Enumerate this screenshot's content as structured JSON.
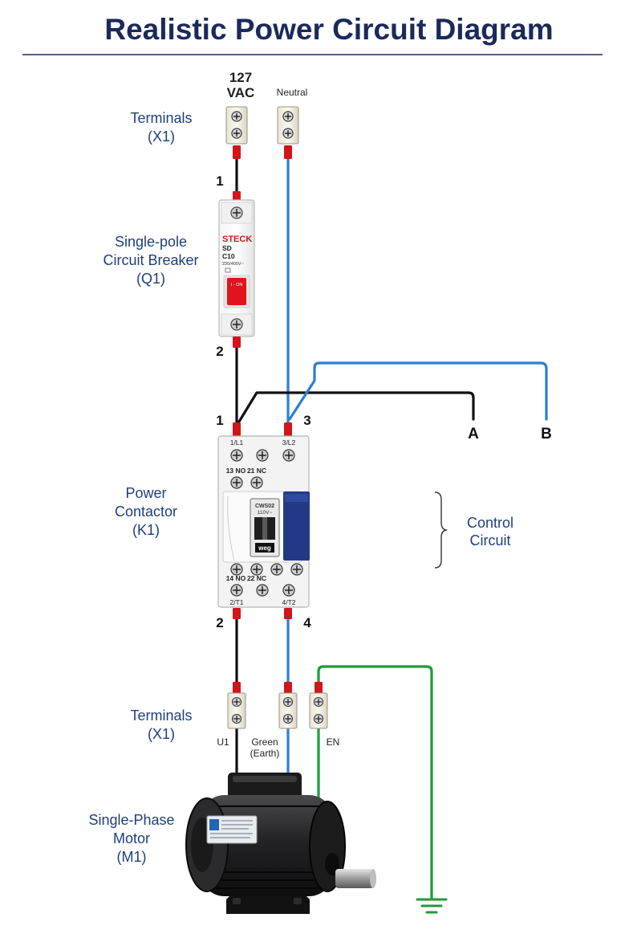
{
  "title": "Realistic Power Circuit Diagram",
  "supply": {
    "line": [
      "127",
      "VAC"
    ],
    "neutral": "Neutral"
  },
  "terminals_top": {
    "label": [
      "Terminals",
      "(X1)"
    ]
  },
  "breaker": {
    "label": [
      "Single-pole",
      "Circuit Breaker",
      "(Q1)"
    ],
    "brand": "STECK",
    "series": "SD",
    "rating": "C10",
    "voltage": "230/400V~",
    "switch_text": "I - ON",
    "pin_in": "1",
    "pin_out": "2"
  },
  "contactor": {
    "label": [
      "Power",
      "Contactor",
      "(K1)"
    ],
    "top_terms": [
      "1/L1",
      "3/L2"
    ],
    "aux_top": [
      "13 NO",
      "21 NC"
    ],
    "aux_bottom": [
      "14 NO",
      "22 NC"
    ],
    "bottom_terms": [
      "2/T1",
      "4/T2"
    ],
    "model": "CWS02",
    "coil": "110V~",
    "logo": "weg",
    "pins_top": [
      "1",
      "3"
    ],
    "pins_bottom": [
      "2",
      "4"
    ]
  },
  "control": {
    "label": [
      "Control",
      "Circuit"
    ],
    "out_a": "A",
    "out_b": "B"
  },
  "terminals_bottom": {
    "label": [
      "Terminals",
      "(X1)"
    ],
    "u1": "U1",
    "green": [
      "Green",
      "(Earth)"
    ],
    "en": "EN"
  },
  "motor": {
    "label": [
      "Single-Phase",
      "Motor",
      "(M1)"
    ]
  },
  "colors": {
    "title": "#1b2a59",
    "label": "#1e3f7e",
    "line": "#111111",
    "neutral": "#2a7fd4",
    "earth": "#1f9a3a",
    "ferrule": "#d3141b",
    "contactor_side": "#223a86"
  }
}
